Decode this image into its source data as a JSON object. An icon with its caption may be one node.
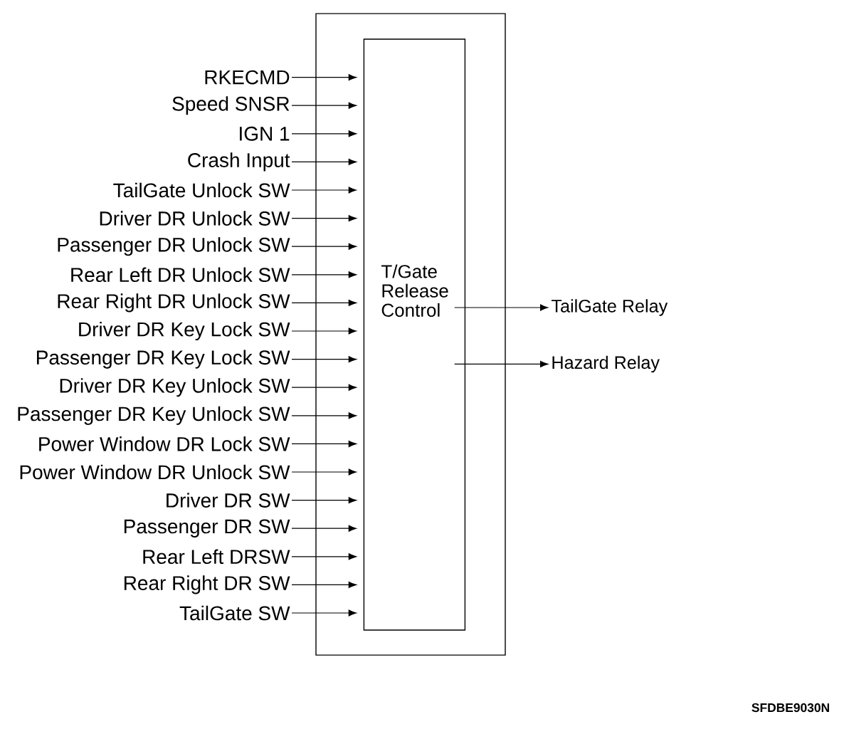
{
  "diagram": {
    "nodes": [
      {
        "text": [],
        "shape": "box"
      },
      {
        "text": [
          "T/Gate Release Control"
        ],
        "in": 0
      },
      {
        "text": [
          "RKECMD"
        ]
      },
      {
        "text": [
          "Speed SNSR"
        ]
      },
      {
        "text": [
          "IGN 1"
        ]
      },
      {
        "text": [
          "Crash Input"
        ]
      },
      {
        "text": [
          "TailGate Unlock SW"
        ]
      },
      {
        "text": [
          "Driver DR Unlock SW"
        ]
      },
      {
        "text": [
          "Passenger DR Unlock SW"
        ]
      },
      {
        "text": [
          "Rear Left DR Unlock SW"
        ]
      },
      {
        "text": [
          "Rear Right DR Unlock SW"
        ]
      },
      {
        "text": [
          "Driver DR Key Lock SW"
        ]
      },
      {
        "text": [
          "Passenger DR Key Lock SW"
        ]
      },
      {
        "text": [
          "Driver DR Key Unlock SW"
        ]
      },
      {
        "text": [
          "Passenger DR Key Unlock SW"
        ]
      },
      {
        "text": [
          "Power Window DR Lock SW"
        ]
      },
      {
        "text": [
          "Power Window DR Unlock SW"
        ]
      },
      {
        "text": [
          "Driver DR SW"
        ]
      },
      {
        "text": [
          "Passenger DR SW"
        ]
      },
      {
        "text": [
          "Rear Left DRSW"
        ]
      },
      {
        "text": [
          "Rear Right DR SW"
        ]
      },
      {
        "text": [
          "TailGate SW"
        ]
      },
      {
        "text": [
          "TailGate Relay"
        ]
      },
      {
        "text": [
          "Hazard Relay"
        ]
      }
    ],
    "edges": [
      {
        "from": 2,
        "to": 1,
        "arrow": "to"
      },
      {
        "from": 3,
        "to": 1,
        "arrow": "to"
      },
      {
        "from": 4,
        "to": 1,
        "arrow": "to"
      },
      {
        "from": 5,
        "to": 1,
        "arrow": "to"
      },
      {
        "from": 6,
        "to": 1,
        "arrow": "to"
      },
      {
        "from": 7,
        "to": 1,
        "arrow": "to"
      },
      {
        "from": 8,
        "to": 1,
        "arrow": "to"
      },
      {
        "from": 9,
        "to": 1,
        "arrow": "to"
      },
      {
        "from": 10,
        "to": 1,
        "arrow": "to"
      },
      {
        "from": 11,
        "to": 1,
        "arrow": "to"
      },
      {
        "from": 12,
        "to": 1,
        "arrow": "to"
      },
      {
        "from": 13,
        "to": 1,
        "arrow": "to"
      },
      {
        "from": 14,
        "to": 1,
        "arrow": "to"
      },
      {
        "from": 15,
        "to": 1,
        "arrow": "to"
      },
      {
        "from": 16,
        "to": 1,
        "arrow": "to"
      },
      {
        "from": 17,
        "to": 1,
        "arrow": "to"
      },
      {
        "from": 18,
        "to": 1,
        "arrow": "to"
      },
      {
        "from": 19,
        "to": 1,
        "arrow": "to"
      },
      {
        "from": 20,
        "to": 1,
        "arrow": "to"
      },
      {
        "from": 21,
        "to": 1,
        "arrow": "to"
      },
      {
        "from": 1,
        "to": 22,
        "arrow": "to"
      },
      {
        "from": 1,
        "to": 23,
        "arrow": "to"
      }
    ],
    "labels": [
      "SFDBE9030N"
    ]
  }
}
